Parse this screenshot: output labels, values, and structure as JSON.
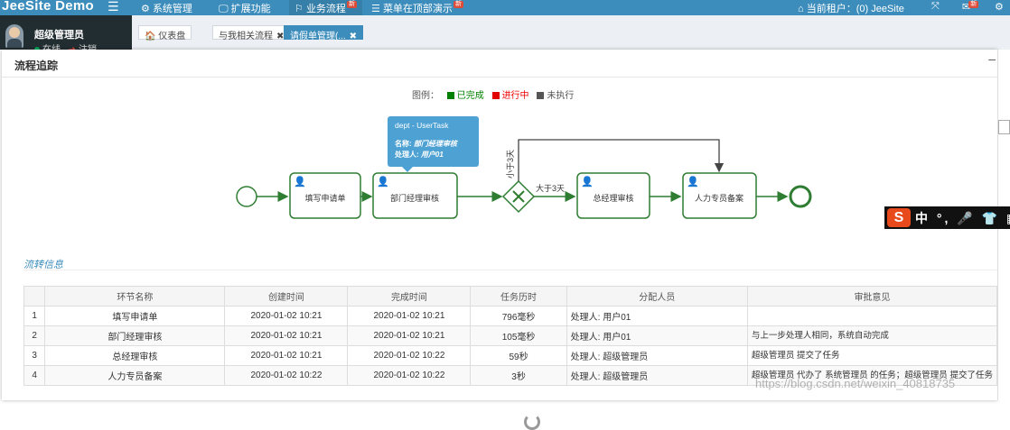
{
  "navbar": {
    "brand": "JeeSite Demo",
    "items": [
      {
        "label": "系统管理",
        "icon": "gear-icon",
        "new": false
      },
      {
        "label": "扩展功能",
        "icon": "monitor-icon",
        "new": false
      },
      {
        "label": "业务流程",
        "icon": "flag-icon",
        "new": true
      },
      {
        "label": "菜单在顶部演示",
        "icon": "menu-icon",
        "new": true
      }
    ],
    "badge_text": "新",
    "tenant": "当前租户：(0) JeeSite"
  },
  "user": {
    "name": "超级管理员",
    "status": "在线",
    "logout": "注销"
  },
  "tabs": [
    {
      "label": "仪表盘",
      "icon": "home-icon",
      "active": false,
      "closable": false
    },
    {
      "label": "与我相关流程",
      "active": false,
      "closable": true
    },
    {
      "label": "请假单管理(...",
      "active": true,
      "closable": true
    }
  ],
  "modal": {
    "title": "流程追踪",
    "legend": {
      "label": "图例：",
      "items": [
        {
          "label": "已完成",
          "color": "#008000"
        },
        {
          "label": "进行中",
          "color": "#e00000"
        },
        {
          "label": "未执行",
          "color": "#555555"
        }
      ]
    },
    "diagram": {
      "tasks": [
        "填写申请单",
        "部门经理审核",
        "总经理审核",
        "人力专员备案"
      ],
      "condition_less": "小于3天",
      "condition_more": "大于3天",
      "done_color": "#2e7d32",
      "pending_color": "#555555"
    },
    "tooltip": {
      "title": "dept - UserTask",
      "name_label": "名称:",
      "name_value": "部门经理审核",
      "assignee_label": "处理人:",
      "assignee_value": "用户01"
    },
    "section_title": "流转信息",
    "table": {
      "headers": [
        "",
        "环节名称",
        "创建时间",
        "完成时间",
        "任务历时",
        "分配人员",
        "审批意见"
      ],
      "rows": [
        [
          "1",
          "填写申请单",
          "2020-01-02 10:21",
          "2020-01-02 10:21",
          "796毫秒",
          "处理人: 用户01",
          ""
        ],
        [
          "2",
          "部门经理审核",
          "2020-01-02 10:21",
          "2020-01-02 10:21",
          "105毫秒",
          "处理人: 用户01",
          "与上一步处理人相同，系统自动完成"
        ],
        [
          "3",
          "总经理审核",
          "2020-01-02 10:21",
          "2020-01-02 10:22",
          "59秒",
          "处理人: 超级管理员",
          "超级管理员 提交了任务"
        ],
        [
          "4",
          "人力专员备案",
          "2020-01-02 10:22",
          "2020-01-02 10:22",
          "3秒",
          "处理人: 超级管理员",
          "超级管理员 代办了 系统管理员 的任务；超级管理员 提交了任务"
        ]
      ]
    }
  },
  "ime": {
    "logo": "S",
    "text": "中 °, 🎤 👕 ▦"
  },
  "watermark": "https://blog.csdn.net/weixin_40818735"
}
